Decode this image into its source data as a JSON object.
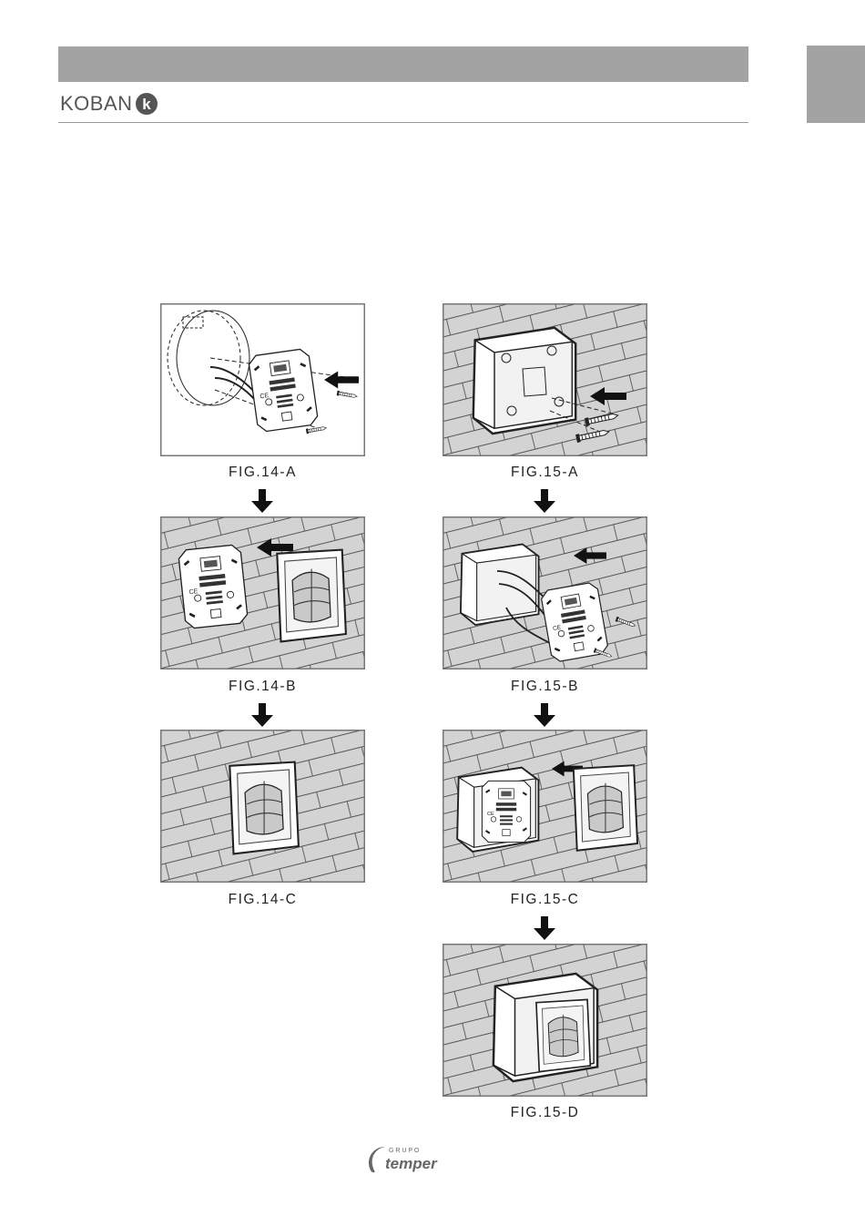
{
  "header": {
    "logo_text": "KOBAN",
    "logo_mark_letter": "k"
  },
  "figures": [
    {
      "id": "14A",
      "caption": "FIG.14-A"
    },
    {
      "id": "14B",
      "caption": "FIG.14-B"
    },
    {
      "id": "14C",
      "caption": "FIG.14-C"
    },
    {
      "id": "15A",
      "caption": "FIG.15-A"
    },
    {
      "id": "15B",
      "caption": "FIG.15-B"
    },
    {
      "id": "15C",
      "caption": "FIG.15-C"
    },
    {
      "id": "15D",
      "caption": "FIG.15-D"
    }
  ],
  "footer": {
    "group_label": "G R U P O",
    "brand": "temper"
  },
  "colors": {
    "header_gray": "#a3a3a3",
    "brick": "#d3d3d3",
    "line": "#222222"
  },
  "icons": {
    "step_arrow": "down-arrow-icon"
  }
}
